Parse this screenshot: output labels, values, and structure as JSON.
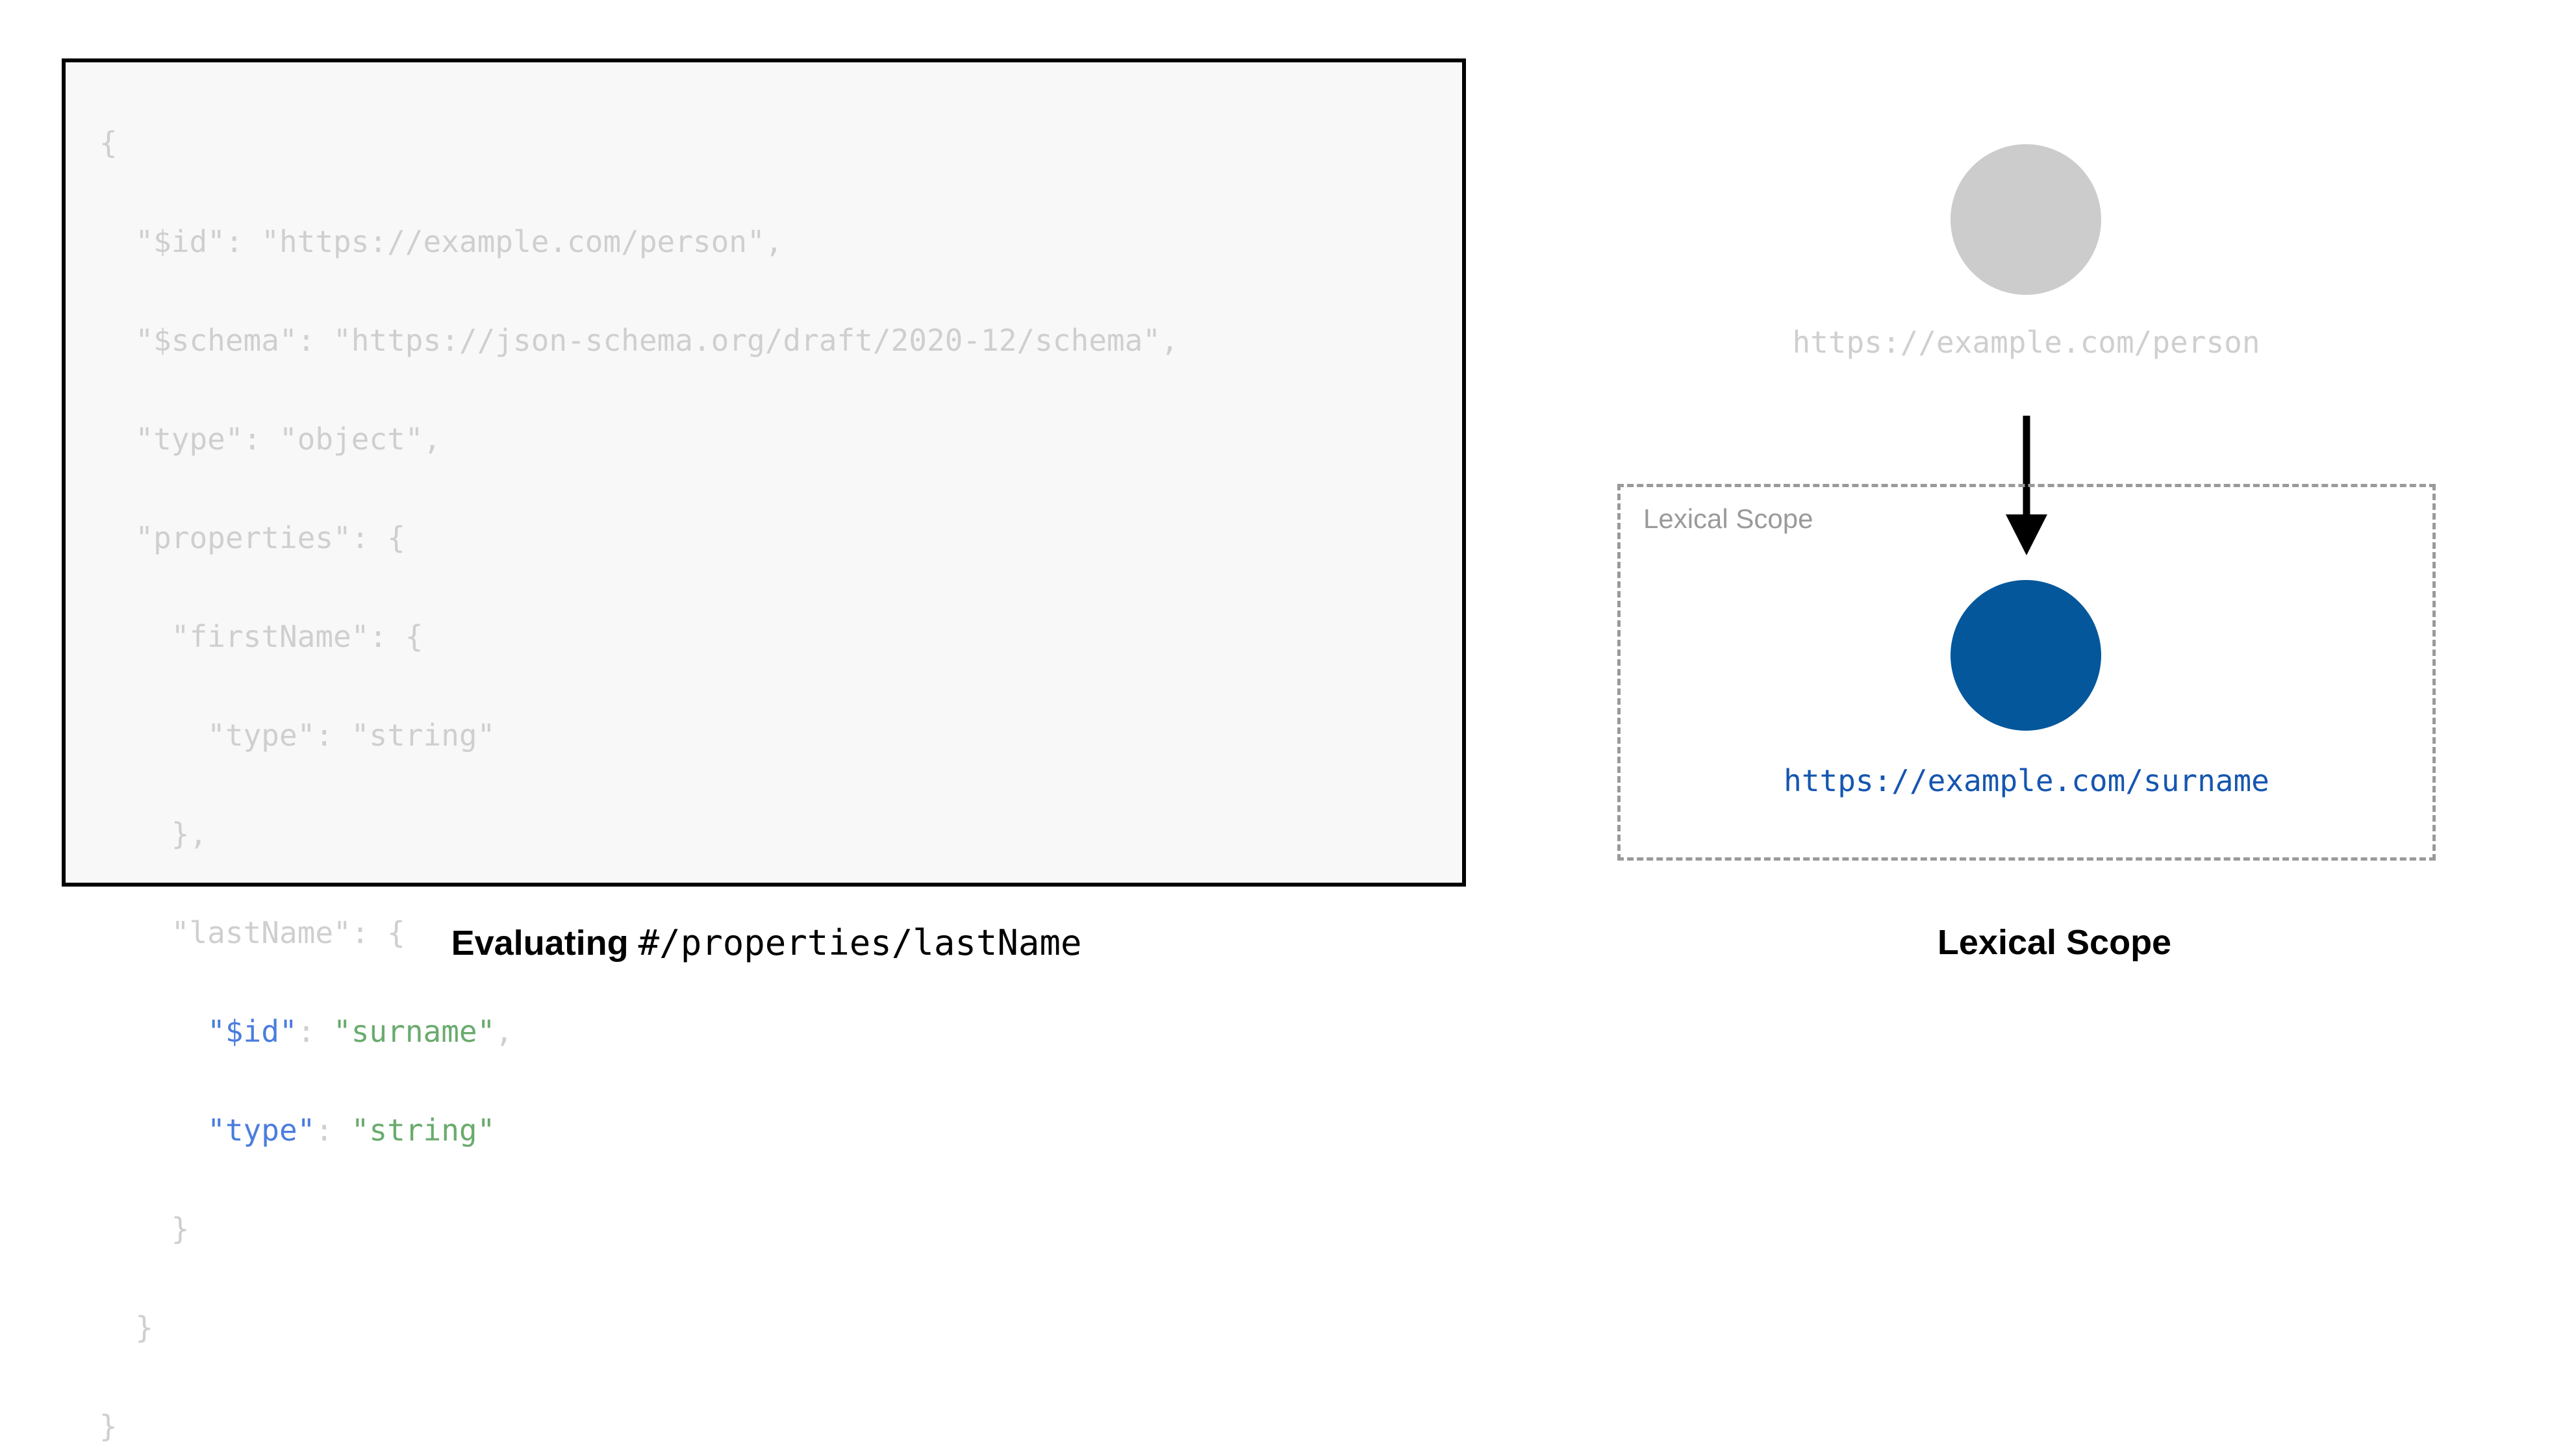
{
  "code_panel": {
    "language": "json",
    "lines": [
      {
        "indent": 0,
        "tokens": [
          {
            "text": "{",
            "style": "dim"
          }
        ]
      },
      {
        "indent": 1,
        "tokens": [
          {
            "text": "\"$id\": \"https://example.com/person\",",
            "style": "dim"
          }
        ]
      },
      {
        "indent": 1,
        "tokens": [
          {
            "text": "\"$schema\": \"https://json-schema.org/draft/2020-12/schema\",",
            "style": "dim"
          }
        ]
      },
      {
        "indent": 1,
        "tokens": [
          {
            "text": "\"type\": \"object\",",
            "style": "dim"
          }
        ]
      },
      {
        "indent": 1,
        "tokens": [
          {
            "text": "\"properties\": {",
            "style": "dim"
          }
        ]
      },
      {
        "indent": 2,
        "tokens": [
          {
            "text": "\"firstName\": {",
            "style": "dim"
          }
        ]
      },
      {
        "indent": 3,
        "tokens": [
          {
            "text": "\"type\": \"string\"",
            "style": "dim"
          }
        ]
      },
      {
        "indent": 2,
        "tokens": [
          {
            "text": "},",
            "style": "dim"
          }
        ]
      },
      {
        "indent": 2,
        "tokens": [
          {
            "text": "\"lastName\": {",
            "style": "dim"
          }
        ]
      },
      {
        "indent": 3,
        "tokens": [
          {
            "text": "\"$id\"",
            "style": "key"
          },
          {
            "text": ": ",
            "style": "punc"
          },
          {
            "text": "\"surname\"",
            "style": "str"
          },
          {
            "text": ",",
            "style": "punc"
          }
        ]
      },
      {
        "indent": 3,
        "tokens": [
          {
            "text": "\"type\"",
            "style": "key"
          },
          {
            "text": ": ",
            "style": "punc"
          },
          {
            "text": "\"string\"",
            "style": "str"
          }
        ]
      },
      {
        "indent": 2,
        "tokens": [
          {
            "text": "}",
            "style": "dim"
          }
        ]
      },
      {
        "indent": 1,
        "tokens": [
          {
            "text": "}",
            "style": "dim"
          }
        ]
      },
      {
        "indent": 0,
        "tokens": [
          {
            "text": "}",
            "style": "dim"
          }
        ]
      }
    ],
    "caption": {
      "bold_text": "Evaluating",
      "mono_text": "#/properties/lastName"
    }
  },
  "diagram_panel": {
    "nodes": [
      {
        "id": "person",
        "label": "https://example.com/person",
        "color": "#cccccc",
        "label_color": "#cfcfcf",
        "state": "inactive"
      },
      {
        "id": "surname",
        "label": "https://example.com/surname",
        "color": "#05579b",
        "label_color": "#1556b0",
        "state": "active"
      }
    ],
    "edge": {
      "from": "person",
      "to": "surname",
      "style": "solid-arrow",
      "color": "#000000"
    },
    "scope_box": {
      "label": "Lexical Scope",
      "border_style": "dashed",
      "border_color": "#9a9a9a",
      "label_color": "#9a9a9a"
    },
    "caption": "Lexical Scope"
  },
  "palette": {
    "code_dim": "#cfcfcf",
    "code_key_blue": "#4a7ddd",
    "code_string_green": "#6aab6e",
    "node_inactive_grey": "#cccccc",
    "node_active_blue": "#05579b",
    "scope_dashed_grey": "#9a9a9a",
    "code_box_border": "#000000",
    "code_box_background": "#f8f8f8"
  }
}
